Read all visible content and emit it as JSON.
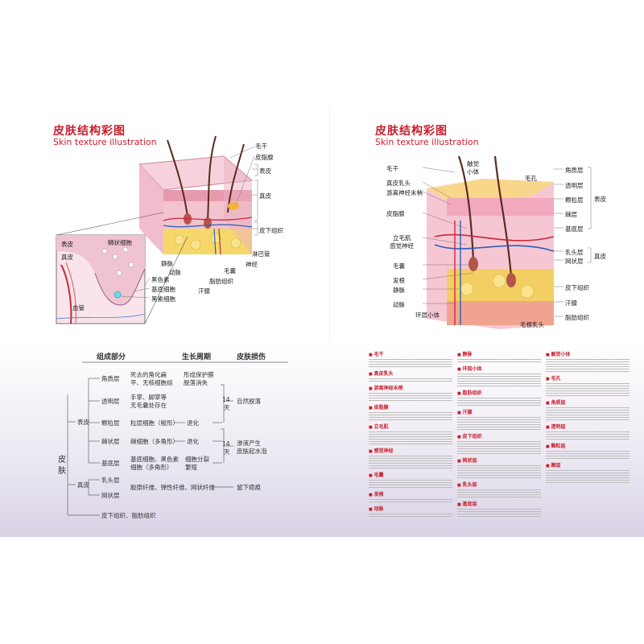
{
  "left": {
    "title_cn": "皮肤结构彩图",
    "title_en": "Skin texture illustration",
    "labels": {
      "hair_shaft": "毛干",
      "sebaceous": "皮脂腺",
      "epidermis": "表皮",
      "dermis": "真皮",
      "subcutis": "皮下组织",
      "lymph": "淋巴管",
      "nerve": "神经",
      "follicle": "毛囊",
      "fat": "脂肪组织",
      "sweat": "汗腺",
      "vein": "静脉",
      "artery": "动脉",
      "inset_epidermis": "表皮",
      "inset_spinous": "鳞状细胞",
      "inset_dermis": "真皮",
      "melanin": "黑色素",
      "basal": "基底细胞",
      "melanocyte": "黑素细胞",
      "vessel": "血管"
    },
    "table": {
      "h_composition": "组成部分",
      "h_cycle": "生长周期",
      "h_damage": "皮肤损伤",
      "root": "皮肤",
      "epidermis": "表皮",
      "dermis": "真皮",
      "subcutis": "皮下组织、脂肪组织",
      "rows": [
        {
          "layer": "角质层",
          "desc1": "死去的角化扁",
          "desc2": "平、无核细胞组",
          "cycle1": "形成保护膜",
          "cycle2": "脱落消失"
        },
        {
          "layer": "透明层",
          "desc1": "手掌、脚掌等",
          "desc2": "无毛囊处存在",
          "cycle1": "",
          "cycle2": ""
        },
        {
          "layer": "颗粒层",
          "desc1": "粒层细胞（梭形）",
          "desc2": "",
          "cycle1": "退化",
          "cycle2": ""
        },
        {
          "layer": "棘状层",
          "desc1": "棘细胞（多角形）",
          "desc2": "",
          "cycle1": "退化",
          "cycle2": ""
        },
        {
          "layer": "基底层",
          "desc1": "基底细胞、黑色素",
          "desc2": "细胞（多角形）",
          "cycle1": "细胞分裂",
          "cycle2": "繁殖"
        }
      ],
      "dermis_rows": [
        "乳头层",
        "网状层"
      ],
      "dermis_desc": "胶原纤维、弹性纤维、网状纤维",
      "days1": "14",
      "days1_unit": "天",
      "days2": "14",
      "days2_unit": "天",
      "damage1": "自然脱落",
      "damage2a": "渗液产生",
      "damage2b": "皮肤起水泡",
      "damage3": "留下疤痕"
    }
  },
  "right": {
    "title_cn": "皮肤结构彩图",
    "title_en": "Skin texture illustration",
    "labels_left": [
      "毛干",
      "真皮乳头",
      "游离神经末梢",
      "皮脂腺",
      "立毛肌",
      "感觉神经",
      "毛囊",
      "发根",
      "静脉",
      "动脉"
    ],
    "top_labels": [
      "触觉",
      "小体",
      "毛孔"
    ],
    "labels_right": [
      "角质层",
      "透明层",
      "颗粒层",
      "棘层",
      "基底层",
      "乳头层",
      "网状层",
      "皮下组织",
      "汗腺",
      "脂肪组织"
    ],
    "epidermis": "表皮",
    "dermis": "真皮",
    "bottom_labels": [
      "环层小体",
      "毛根乳头"
    ],
    "col1": [
      "毛干",
      "真皮乳头",
      "游离神经末梢",
      "皮脂腺",
      "立毛肌",
      "感觉神经",
      "毛囊",
      "发根",
      "动脉"
    ],
    "col2": [
      "静脉",
      "环层小体",
      "脂肪组织",
      "汗腺",
      "皮下组织",
      "网状层",
      "乳头层",
      "基底层"
    ],
    "col3": [
      "触觉小体",
      "毛孔",
      "角质层",
      "透明层",
      "颗粒层",
      "棘层"
    ]
  },
  "colors": {
    "accent": "#c81e2b",
    "skin": "#f3c3cf",
    "fat": "#f5d35a",
    "vein": "#2c5fb8"
  }
}
